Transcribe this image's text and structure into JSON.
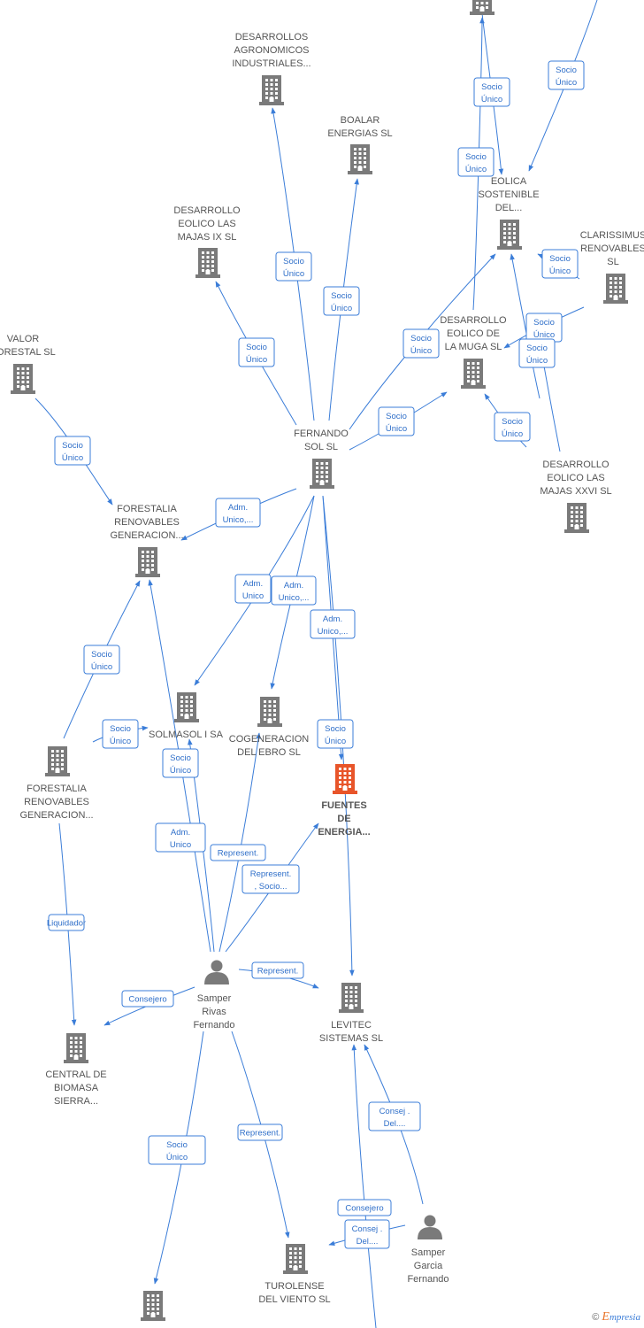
{
  "nodes": [
    {
      "id": "top-building",
      "kind": "company",
      "lines": []
    },
    {
      "id": "desarrollos-agronomicos",
      "kind": "company",
      "lines": [
        "DESARROLLOS",
        "AGRONOMICOS",
        "INDUSTRIALES..."
      ]
    },
    {
      "id": "boalar-energias",
      "kind": "company",
      "lines": [
        "BOALAR",
        "ENERGIAS  SL"
      ]
    },
    {
      "id": "eolica-sostenible",
      "kind": "company",
      "lines": [
        "EOLICA",
        "SOSTENIBLE",
        "DEL..."
      ]
    },
    {
      "id": "clarissimus",
      "kind": "company",
      "lines": [
        "CLARISSIMUS",
        "RENOVABLES",
        "SL"
      ]
    },
    {
      "id": "desarrollo-eolico-ix",
      "kind": "company",
      "lines": [
        "DESARROLLO",
        "EOLICO LAS",
        "MAJAS IX  SL"
      ]
    },
    {
      "id": "desarrollo-eolico-muga",
      "kind": "company",
      "lines": [
        "DESARROLLO",
        "EOLICO DE",
        "LA MUGA SL"
      ]
    },
    {
      "id": "valor-forestal",
      "kind": "company",
      "lines": [
        "VALOR",
        "FORESTAL SL"
      ]
    },
    {
      "id": "fernando-sol",
      "kind": "company",
      "lines": [
        "FERNANDO",
        "SOL SL"
      ]
    },
    {
      "id": "desarrollo-eolico-xxvi",
      "kind": "company",
      "lines": [
        "DESARROLLO",
        "EOLICO LAS",
        "MAJAS XXVI  SL"
      ]
    },
    {
      "id": "forestalia-1",
      "kind": "company",
      "lines": [
        "FORESTALIA",
        "RENOVABLES",
        "GENERACION..."
      ]
    },
    {
      "id": "solmasol",
      "kind": "company",
      "lines": [
        "SOLMASOL I SA"
      ]
    },
    {
      "id": "cogeneracion-ebro",
      "kind": "company",
      "lines": [
        "COGENERACION",
        "DEL EBRO  SL"
      ]
    },
    {
      "id": "fuentes-energia",
      "kind": "focus",
      "lines": [
        "FUENTES",
        "DE",
        "ENERGIA..."
      ]
    },
    {
      "id": "forestalia-2",
      "kind": "company",
      "lines": [
        "FORESTALIA",
        "RENOVABLES",
        "GENERACION..."
      ]
    },
    {
      "id": "samper-rivas",
      "kind": "person",
      "lines": [
        "Samper",
        "Rivas",
        "Fernando"
      ]
    },
    {
      "id": "levitec",
      "kind": "company",
      "lines": [
        "LEVITEC",
        "SISTEMAS  SL"
      ]
    },
    {
      "id": "central-biomasa",
      "kind": "company",
      "lines": [
        "CENTRAL DE",
        "BIOMASA",
        "SIERRA..."
      ]
    },
    {
      "id": "samper-garcia",
      "kind": "person",
      "lines": [
        "Samper",
        "Garcia",
        "Fernando"
      ]
    },
    {
      "id": "turolense",
      "kind": "company",
      "lines": [
        "TUROLENSE",
        "DEL VIENTO SL"
      ]
    },
    {
      "id": "bottom-building",
      "kind": "company",
      "lines": []
    }
  ],
  "edge_labels": [
    [
      "Socio",
      "Único"
    ],
    [
      "Socio",
      "Único"
    ],
    [
      "Socio",
      "Único"
    ],
    [
      "Socio",
      "Único"
    ],
    [
      "Socio",
      "Único"
    ],
    [
      "Socio",
      "Único"
    ],
    [
      "Socio",
      "Único"
    ],
    [
      "Socio",
      "Único"
    ],
    [
      "Socio",
      "Único"
    ],
    [
      "Socio",
      "Único"
    ],
    [
      "Socio",
      "Único"
    ],
    [
      "Socio",
      "Único"
    ],
    [
      "Socio",
      "Único"
    ],
    [
      "Socio",
      "Único"
    ],
    [
      "Adm.",
      "Unico,..."
    ],
    [
      "Adm.",
      "Unico"
    ],
    [
      "Adm.",
      "Unico,..."
    ],
    [
      "Adm.",
      "Unico,..."
    ],
    [
      "Socio",
      "Único"
    ],
    [
      "Socio",
      "Único"
    ],
    [
      "Socio",
      "Único"
    ],
    [
      "Adm.",
      "Unico"
    ],
    [
      "Represent."
    ],
    [
      "Represent.",
      ", Socio..."
    ],
    [
      "Represent."
    ],
    [
      "Consejero"
    ],
    [
      "Liquidador"
    ],
    [
      "Socio",
      "Único"
    ],
    [
      "Represent."
    ],
    [
      "Consej .",
      "Del...."
    ],
    [
      "Consejero"
    ],
    [
      "Consejero"
    ],
    [
      "Consej .",
      "Del...."
    ]
  ],
  "footer": {
    "copyright": "©",
    "brand_initial": "E",
    "brand_rest": "mpresia"
  },
  "colors": {
    "edge": "#3b7dd8",
    "building": "#7a7a7a",
    "focus": "#e8552a",
    "label": "#555555"
  }
}
